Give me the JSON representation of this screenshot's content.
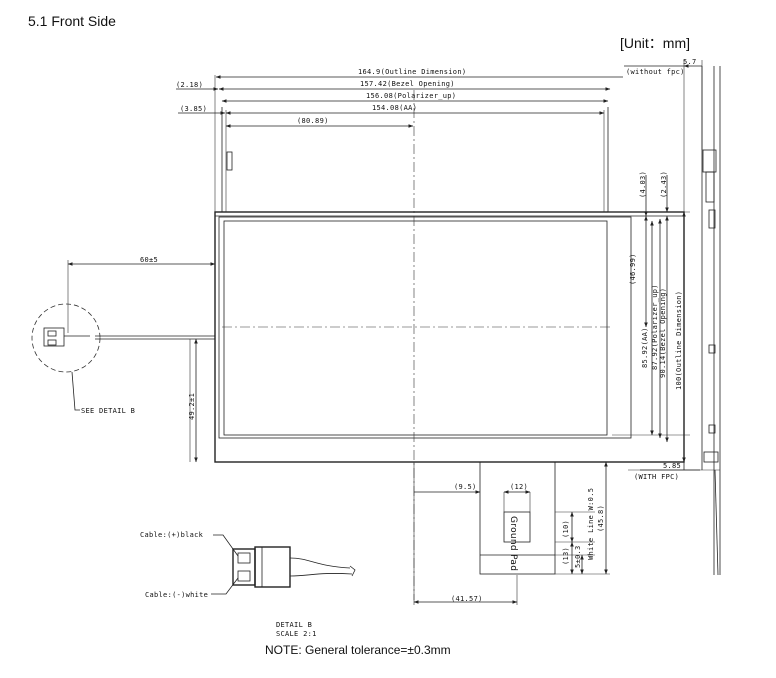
{
  "section_title": "5.1 Front Side",
  "unit_label": "[Unit：mm]",
  "note": "NOTE: General tolerance=±0.3mm",
  "dimensions": {
    "outline_width": "164.9(Outline Dimension)",
    "bezel_width": "157.42(Bezel Opening)",
    "polarizer_width": "156.08(Polarizer_up)",
    "aa_width": "154.08(AA)",
    "offset_2_18": "(2.18)",
    "offset_3_85": "(3.85)",
    "offset_80_89": "(80.89)",
    "without_fpc_value": "5.7",
    "without_fpc_label": "(without fpc)",
    "cable_length": "60±5",
    "cable_height": "49.2±1",
    "offset_4_03": "(4.03)",
    "offset_2_43": "(2.43)",
    "offset_46_99": "(46.99)",
    "aa_height": "85.92(AA)",
    "polarizer_height": "87.92(Polarizer_up)",
    "bezel_height": "90.14(Bezel Opening)",
    "outline_height": "100(Outline Dimension)",
    "with_fpc_value": "5.85",
    "with_fpc_label": "(WITH FPC)",
    "offset_9_5": "(9.5)",
    "offset_12": "(12)",
    "offset_10": "(10)",
    "offset_13": "(13)",
    "tol_0_3": "5±0.3",
    "white_line": "White Line W:0.5",
    "offset_45_8": "(45.8)",
    "offset_41_57": "(41.57)"
  },
  "labels": {
    "see_detail": "SEE DETAIL B",
    "ground_pad": "Ground Pad",
    "cable_black": "Cable:(+)black",
    "cable_white": "Cable:(-)white",
    "detail_b": "DETAIL B",
    "detail_scale": "SCALE 2:1"
  }
}
